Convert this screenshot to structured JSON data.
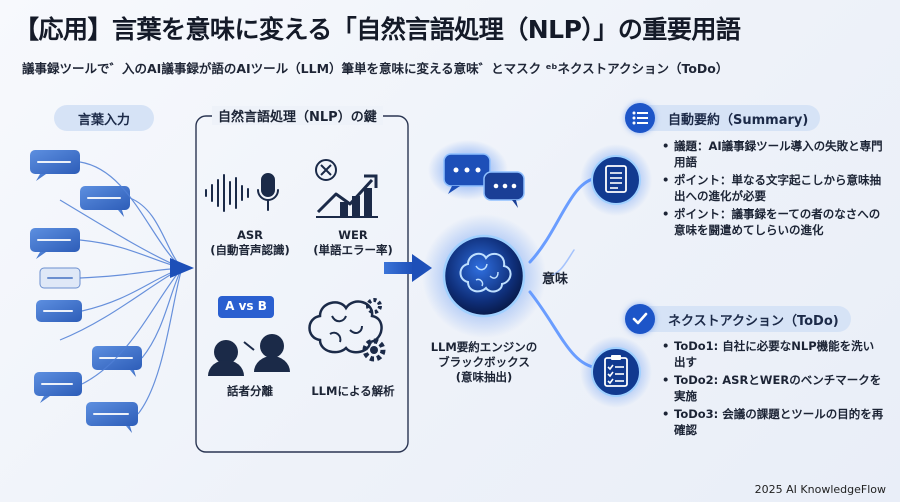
{
  "title": "【応用】言葉を意味に変える「自然言語処理（NLP）」の重要用語",
  "subtitle": "議事録ツールで゛入のAI議事録が語のAIツール（LLM）筆単を意味に変える意味゛とマスク ᵉᵇネクストアクション（ToDo）",
  "input": {
    "label": "言葉入力"
  },
  "nlp_box": {
    "label": "自然言語処理（NLP）の鍵",
    "items": [
      {
        "title": "ASR",
        "sub": "(自動音声認識)",
        "icon": "waveform-mic-icon"
      },
      {
        "title": "WER",
        "sub": "(単語エラー率)",
        "icon": "error-chart-icon"
      },
      {
        "title": "話者分離",
        "ab_text": "A vs B",
        "icon": "speakers-icon"
      },
      {
        "title": "LLMによる解析",
        "icon": "brain-gears-icon"
      }
    ]
  },
  "engine": {
    "line1": "LLM要約エンジンの",
    "line2": "ブラックボックス",
    "line3": "(意味抽出)",
    "meaning_label": "意味"
  },
  "summary": {
    "header": "自動要約（Summary)",
    "icon": "list-icon",
    "bullets": [
      "議題：AI議事録ツール導入の失敗と専門用語",
      "ポイント：単なる文字起こしから意味抽出への進化が必要",
      "ポイント：議事録をーての者のなさへの意味を闘遣めてしらいの進化"
    ]
  },
  "todo": {
    "header": "ネクストアクション（ToDo)",
    "icon": "check-icon",
    "bullets": [
      "ToDo1: 自社に必要なNLP機能を洗い出す",
      "ToDo2: ASRとWERのベンチマークを実施",
      "ToDo3: 会議の課題とツールの目的を再確認"
    ]
  },
  "footer": "2025 AI KnowledgeFlow",
  "colors": {
    "accent": "#1d55c8",
    "glow": "#3a8cff",
    "pill": "#d6e3f6"
  }
}
